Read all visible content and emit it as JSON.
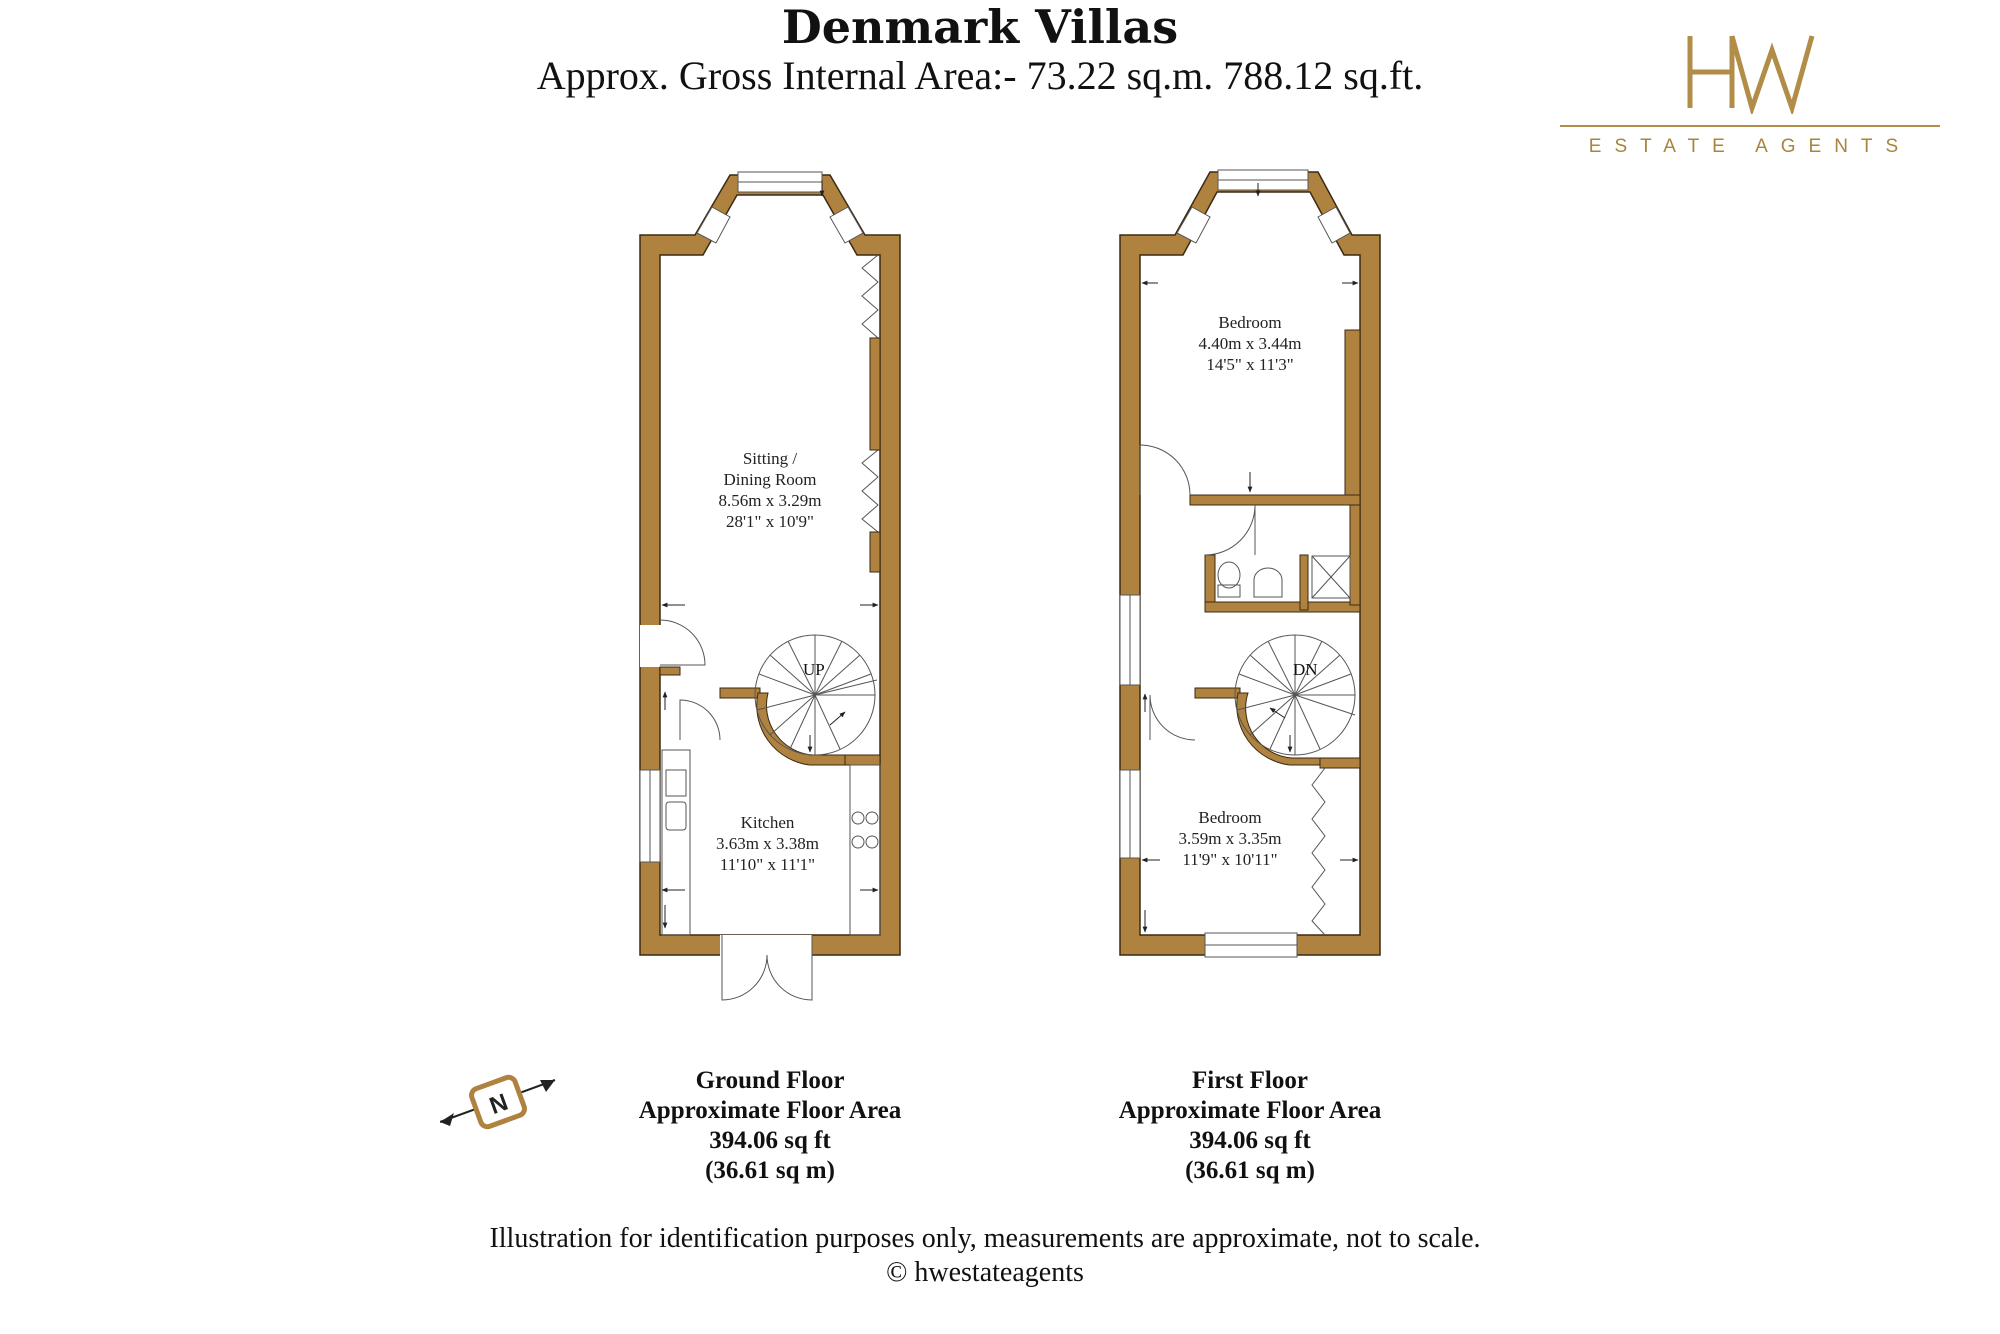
{
  "header": {
    "title": "Denmark Villas",
    "subtitle": "Approx. Gross Internal Area:- 73.22 sq.m. 788.12 sq.ft."
  },
  "logo": {
    "mark": "HW",
    "tagline": "ESTATE AGENTS",
    "color": "#b28d48"
  },
  "colors": {
    "wall": "#b0823f",
    "wall_stroke": "#3a2a12"
  },
  "ground_floor": {
    "rooms": [
      {
        "name": "Sitting / Dining Room",
        "line1": "Sitting /",
        "line2": "Dining Room",
        "metric": "8.56m x 3.29m",
        "imperial": "28'1\" x 10'9\""
      },
      {
        "name": "Kitchen",
        "line1": "Kitchen",
        "metric": "3.63m x 3.38m",
        "imperial": "11'10\" x 11'1\""
      }
    ],
    "stair_label": "UP",
    "caption": {
      "name": "Ground Floor",
      "label": "Approximate Floor Area",
      "sqft": "394.06 sq ft",
      "sqm": "(36.61 sq m)"
    }
  },
  "first_floor": {
    "rooms": [
      {
        "name": "Bedroom",
        "line1": "Bedroom",
        "metric": "4.40m x 3.44m",
        "imperial": "14'5\" x 11'3\""
      },
      {
        "name": "Bedroom",
        "line1": "Bedroom",
        "metric": "3.59m x 3.35m",
        "imperial": "11'9\" x 10'11\""
      }
    ],
    "stair_label": "DN",
    "caption": {
      "name": "First Floor",
      "label": "Approximate Floor Area",
      "sqft": "394.06 sq ft",
      "sqm": "(36.61 sq m)"
    }
  },
  "compass": {
    "letter": "N",
    "icon": "north-compass-icon"
  },
  "footer": {
    "disclaimer": "Illustration for identification purposes only, measurements are approximate, not to scale.",
    "copyright": "© hwestateagents"
  }
}
